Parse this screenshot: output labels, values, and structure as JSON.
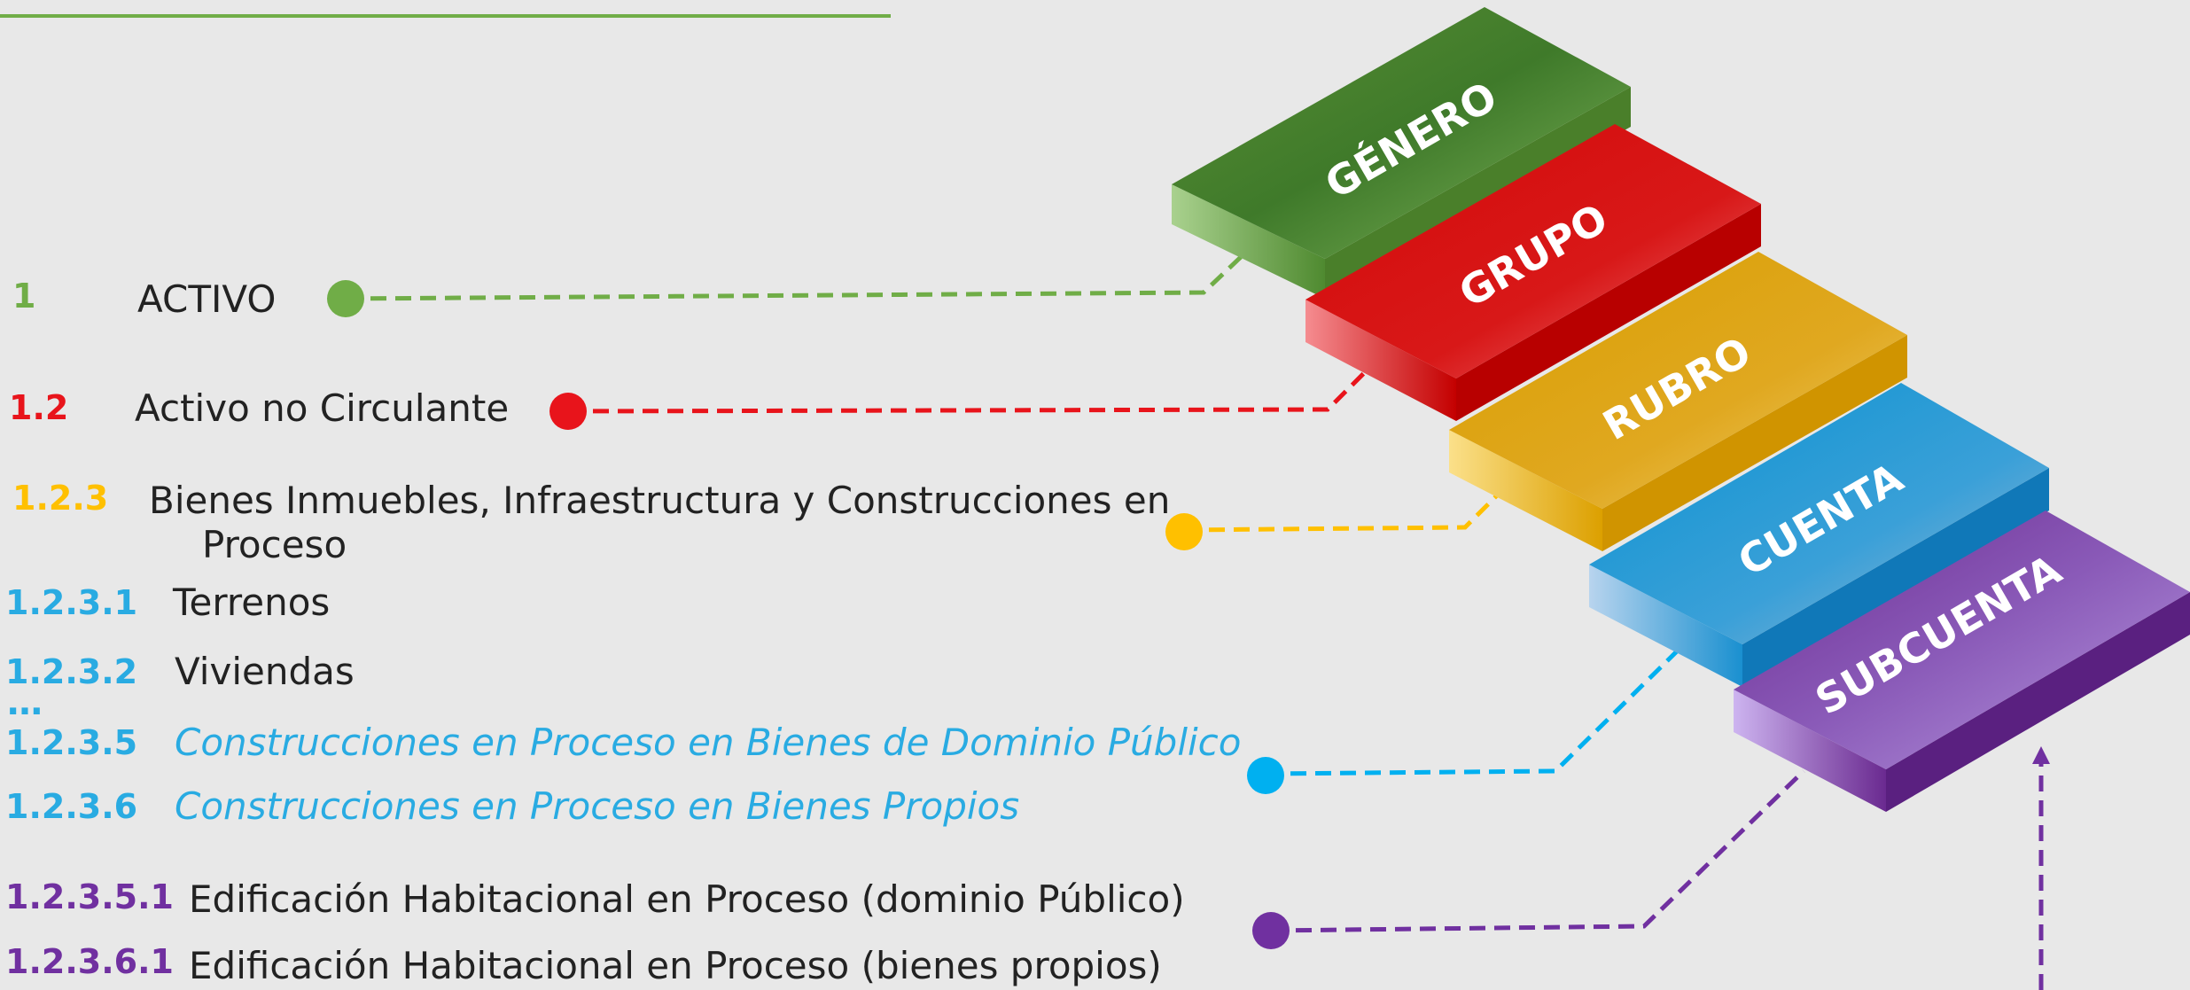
{
  "levels": [
    {
      "step": "GÉNERO",
      "code": "1",
      "label": "ACTIVO",
      "color": "#70ad47"
    },
    {
      "step": "GRUPO",
      "code": "1.2",
      "label": "Activo no Circulante",
      "color": "#e8141b"
    },
    {
      "step": "RUBRO",
      "code": "1.2.3",
      "label": "Bienes Inmuebles, Infraestructura y Construcciones en",
      "label2": "Proceso",
      "color": "#ffc000"
    },
    {
      "step": "CUENTA",
      "color": "#00b0f0"
    },
    {
      "step": "SUBCUENTA",
      "color": "#7030a0"
    }
  ],
  "cuentas": [
    {
      "code": "1.2.3.1",
      "label": "Terrenos"
    },
    {
      "code": "1.2.3.2",
      "label": "Viviendas"
    },
    {
      "code": "1.2.3.5",
      "label": "Construcciones en Proceso en Bienes de Dominio Público"
    },
    {
      "code": "1.2.3.6",
      "label": "Construcciones en Proceso en Bienes Propios"
    }
  ],
  "ellipsis": "…",
  "subcuentas": [
    {
      "code": "1.2.3.5.1",
      "label": "Edificación Habitacional en Proceso (dominio Público)"
    },
    {
      "code": "1.2.3.6.1",
      "label": "Edificación Habitacional en Proceso (bienes propios)"
    }
  ],
  "colors": {
    "background": "#e8e8e8",
    "genero": "#70ad47",
    "grupo": "#e8141b",
    "rubro": "#ffc000",
    "cuenta": "#00b0f0",
    "cuenta_text": "#29abe2",
    "subcuenta": "#7030a0"
  }
}
